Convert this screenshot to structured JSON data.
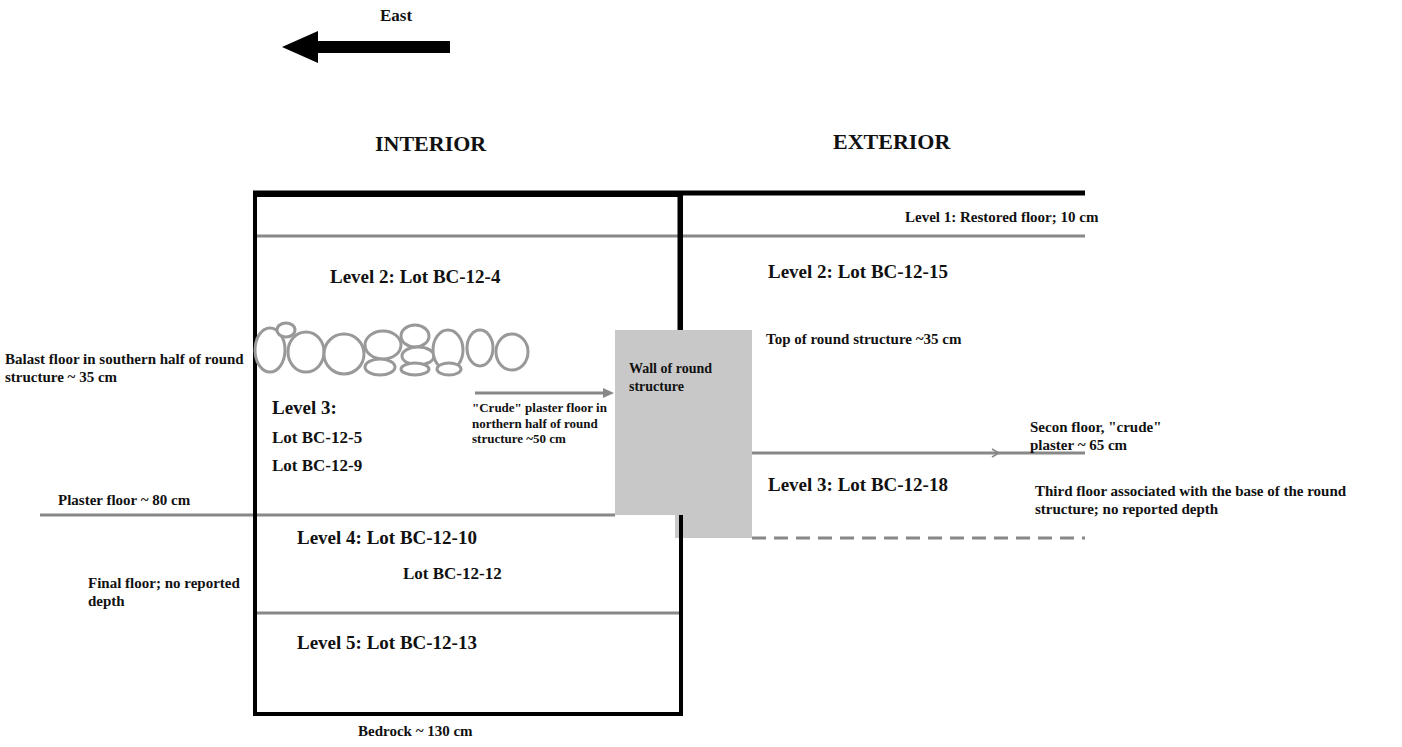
{
  "diagram": {
    "nodes": [
      {
        "text": [
          "Wall of round structure"
        ]
      }
    ],
    "labels": [
      "East",
      "INTERIOR",
      "EXTERIOR",
      "Level 1: Restored floor; 10 cm",
      "Level 2: Lot BC-12-4",
      "Level 2: Lot BC-12-15",
      "Balast floor in southern half of round structure ~ 35 cm",
      "Top of round structure ~35 cm",
      "Level 3:",
      "Lot BC-12-5",
      "Lot BC-12-9",
      "\"Crude\" plaster floor in northern half of round structure ~50 cm",
      "Secon floor, \"crude\" plaster ~ 65 cm",
      "Level 3: Lot BC-12-18",
      "Third floor associated with the base of the round structure; no reported depth",
      "Plaster floor ~ 80 cm",
      "Level 4: Lot BC-12-10",
      "Lot BC-12-12",
      "Final floor; no reported depth",
      "Level 5: Lot BC-12-13",
      "Bedrock ~ 130 cm"
    ]
  }
}
